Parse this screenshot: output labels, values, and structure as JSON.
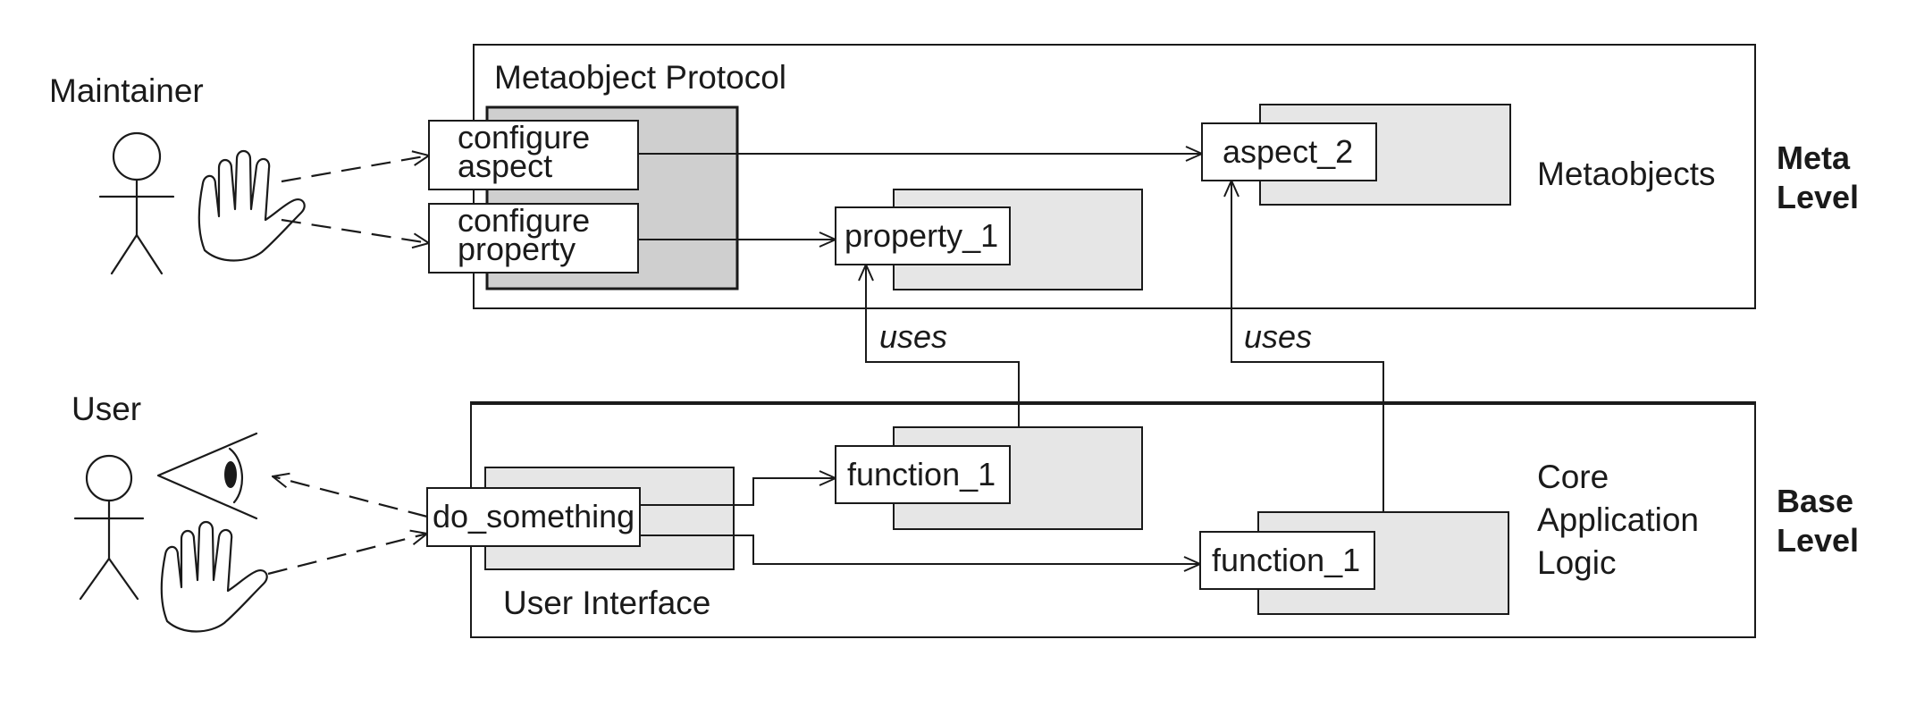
{
  "actors": {
    "maintainer": "Maintainer",
    "user": "User"
  },
  "meta_level": {
    "line1": "Meta",
    "line2": "Level",
    "protocol_title": "Metaobject Protocol",
    "region_label": "Metaobjects",
    "configure_aspect": [
      "configure",
      "aspect"
    ],
    "configure_property": [
      "configure",
      "property"
    ],
    "property_1": "property_1",
    "aspect_2": "aspect_2"
  },
  "base_level": {
    "line1": "Base",
    "line2": "Level",
    "ui_title": "User Interface",
    "region_label": [
      "Core",
      "Application",
      "Logic"
    ],
    "do_something": "do_something",
    "function_a": "function_1",
    "function_b": "function_1"
  },
  "connectors": {
    "uses_left": "uses",
    "uses_right": "uses"
  },
  "icons": [
    "stick-figure-icon",
    "hand-icon",
    "eye-icon"
  ]
}
